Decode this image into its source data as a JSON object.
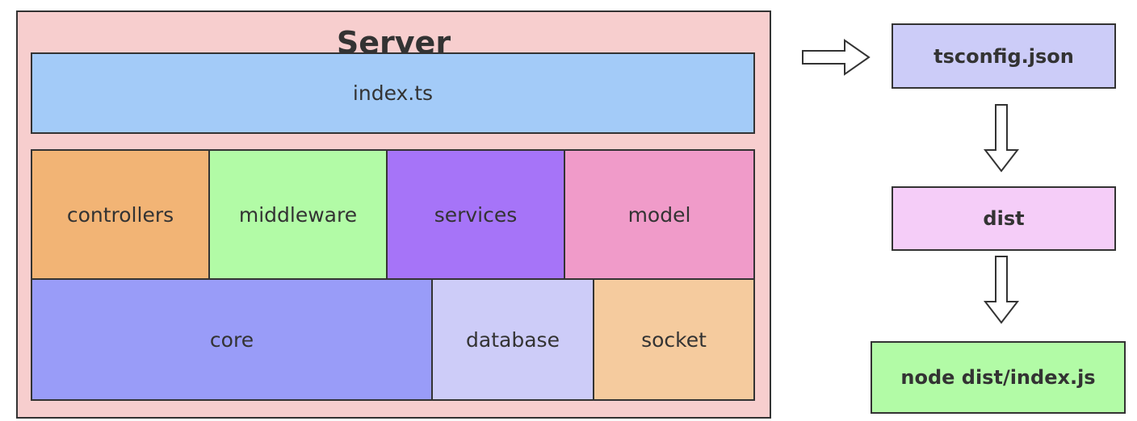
{
  "server": {
    "title": "Server",
    "index": "index.ts",
    "row1": [
      "controllers",
      "middleware",
      "services",
      "model"
    ],
    "row2": [
      "core",
      "database",
      "socket"
    ]
  },
  "pipeline": {
    "tsconfig": "tsconfig.json",
    "dist": "dist",
    "run": "node dist/index.js"
  },
  "colors": {
    "server": "#f7cece",
    "index": "#a3cbf8",
    "controllers": "#f2b475",
    "middleware": "#b2fba6",
    "services": "#a674f8",
    "model": "#f09bc9",
    "core": "#999cf8",
    "database": "#cdccf8",
    "socket": "#f5cb9e",
    "tsconfig": "#ccccf8",
    "dist": "#f5cdf8",
    "run": "#b2fba6"
  }
}
